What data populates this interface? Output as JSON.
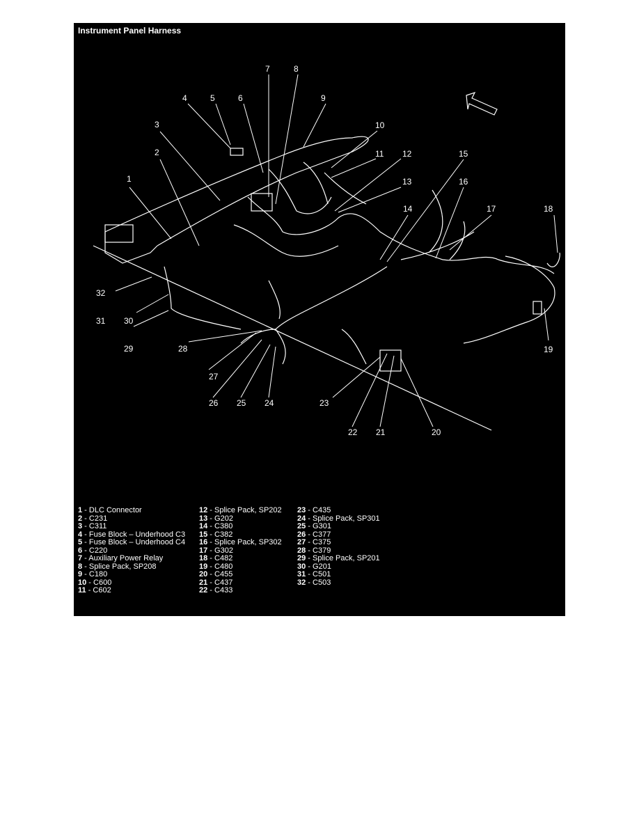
{
  "title": "Instrument Panel Harness",
  "callouts": [
    "1",
    "2",
    "3",
    "4",
    "5",
    "6",
    "7",
    "8",
    "9",
    "10",
    "11",
    "12",
    "13",
    "14",
    "15",
    "16",
    "17",
    "18",
    "19",
    "20",
    "21",
    "22",
    "23",
    "24",
    "25",
    "26",
    "27",
    "28",
    "29",
    "30",
    "31",
    "32"
  ],
  "legend": [
    {
      "num": "1",
      "label": "DLC Connector"
    },
    {
      "num": "2",
      "label": "C231"
    },
    {
      "num": "3",
      "label": "C311"
    },
    {
      "num": "4",
      "label": "Fuse Block – Underhood C3"
    },
    {
      "num": "5",
      "label": "Fuse Block – Underhood C4"
    },
    {
      "num": "6",
      "label": "C220"
    },
    {
      "num": "7",
      "label": "Auxiliary Power Relay"
    },
    {
      "num": "8",
      "label": "Splice Pack, SP208"
    },
    {
      "num": "9",
      "label": "C180"
    },
    {
      "num": "10",
      "label": "C600"
    },
    {
      "num": "11",
      "label": "C602"
    },
    {
      "num": "12",
      "label": "Splice Pack, SP202"
    },
    {
      "num": "13",
      "label": "G202"
    },
    {
      "num": "14",
      "label": "C380"
    },
    {
      "num": "15",
      "label": "C382"
    },
    {
      "num": "16",
      "label": "Splice Pack, SP302"
    },
    {
      "num": "17",
      "label": "G302"
    },
    {
      "num": "18",
      "label": "C482"
    },
    {
      "num": "19",
      "label": "C480"
    },
    {
      "num": "20",
      "label": "C455"
    },
    {
      "num": "21",
      "label": "C437"
    },
    {
      "num": "22",
      "label": "C433"
    },
    {
      "num": "23",
      "label": "C435"
    },
    {
      "num": "24",
      "label": "Splice Pack, SP301"
    },
    {
      "num": "25",
      "label": "G301"
    },
    {
      "num": "26",
      "label": "C377"
    },
    {
      "num": "27",
      "label": "C375"
    },
    {
      "num": "28",
      "label": "C379"
    },
    {
      "num": "29",
      "label": "Splice Pack, SP201"
    },
    {
      "num": "30",
      "label": "G201"
    },
    {
      "num": "31",
      "label": "C501"
    },
    {
      "num": "32",
      "label": "C503"
    }
  ],
  "colors": {
    "background": "#000000",
    "foreground": "#ffffff",
    "page": "#ffffff"
  }
}
